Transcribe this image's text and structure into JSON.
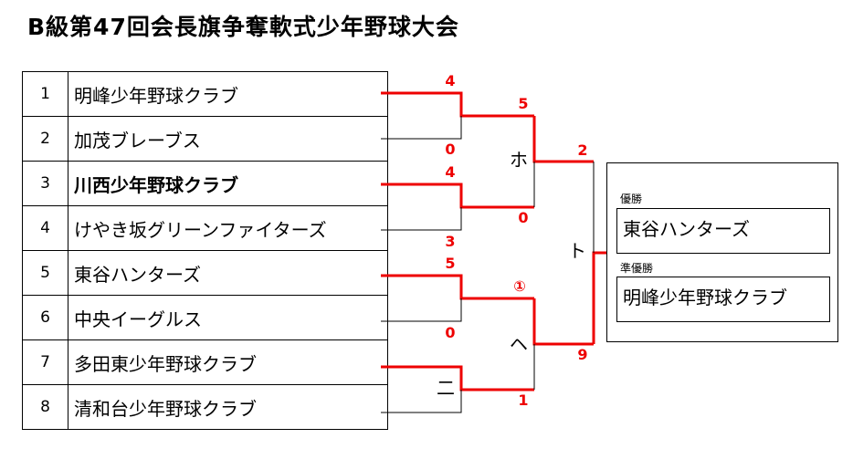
{
  "title": "B級第47回会長旗争奪軟式少年野球大会",
  "teams": [
    {
      "seed": "1",
      "name": "明峰少年野球クラブ"
    },
    {
      "seed": "2",
      "name": "加茂ブレーブス"
    },
    {
      "seed": "3",
      "name": "川西少年野球クラブ"
    },
    {
      "seed": "4",
      "name": "けやき坂グリーンファイターズ"
    },
    {
      "seed": "5",
      "name": "東谷ハンターズ"
    },
    {
      "seed": "6",
      "name": "中央イーグルス"
    },
    {
      "seed": "7",
      "name": "多田東少年野球クラブ"
    },
    {
      "seed": "8",
      "name": "清和台少年野球クラブ"
    }
  ],
  "scores": {
    "r1_m1_top": "4",
    "r1_m1_bottom": "0",
    "r1_m2_top": "4",
    "r1_m2_bottom": "3",
    "r1_m3_top": "5",
    "r1_m3_bottom": "0",
    "r1_m4_bottom": "1",
    "sf1_top": "5",
    "sf1_bottom": "0",
    "sf2_top": "①",
    "final_top": "2",
    "final_bottom": "9"
  },
  "match_labels": {
    "m_ni": "二",
    "m_ho": "ホ",
    "m_he": "ヘ",
    "m_to": "ト"
  },
  "result": {
    "champion_label": "優勝",
    "champion": "東谷ハンターズ",
    "runner_up_label": "準優勝",
    "runner_up": "明峰少年野球クラブ"
  },
  "colors": {
    "winner_line": "#ee0000",
    "loser_line": "#000000",
    "score_text": "#ee0000"
  }
}
